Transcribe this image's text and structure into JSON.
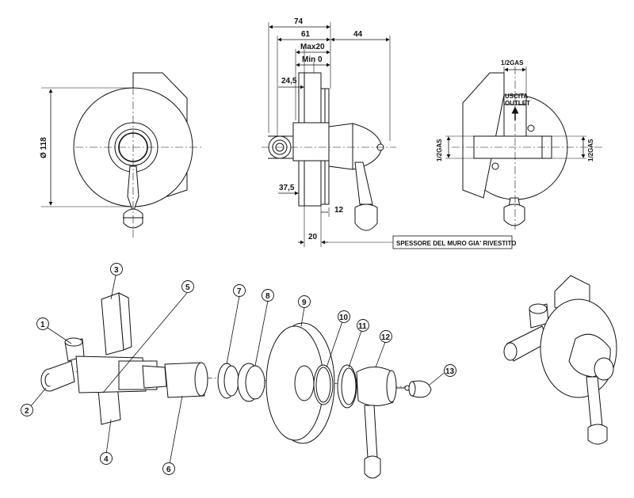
{
  "dimensions": {
    "overall_depth": "74",
    "depth_61": "61",
    "projection_44": "44",
    "max_20": "Max20",
    "min_0": "Min 0",
    "offset_24_5": "24,5",
    "offset_37_5": "37,5",
    "wall_20": "20",
    "gap_12": "12",
    "diameter_118": "Ø 118"
  },
  "labels": {
    "wall_note": "SPESSORE DEL MURO GIA' RIVESTITO",
    "outlet_line1": "USCITA",
    "outlet_line2": "OUTLET",
    "gas_top": "1/2GAS",
    "gas_left": "1/2GAS",
    "gas_right": "1/2GAS"
  },
  "parts": [
    {
      "number": "1"
    },
    {
      "number": "2"
    },
    {
      "number": "3"
    },
    {
      "number": "4"
    },
    {
      "number": "5"
    },
    {
      "number": "6"
    },
    {
      "number": "7"
    },
    {
      "number": "8"
    },
    {
      "number": "9"
    },
    {
      "number": "10"
    },
    {
      "number": "11"
    },
    {
      "number": "12"
    },
    {
      "number": "13"
    }
  ]
}
